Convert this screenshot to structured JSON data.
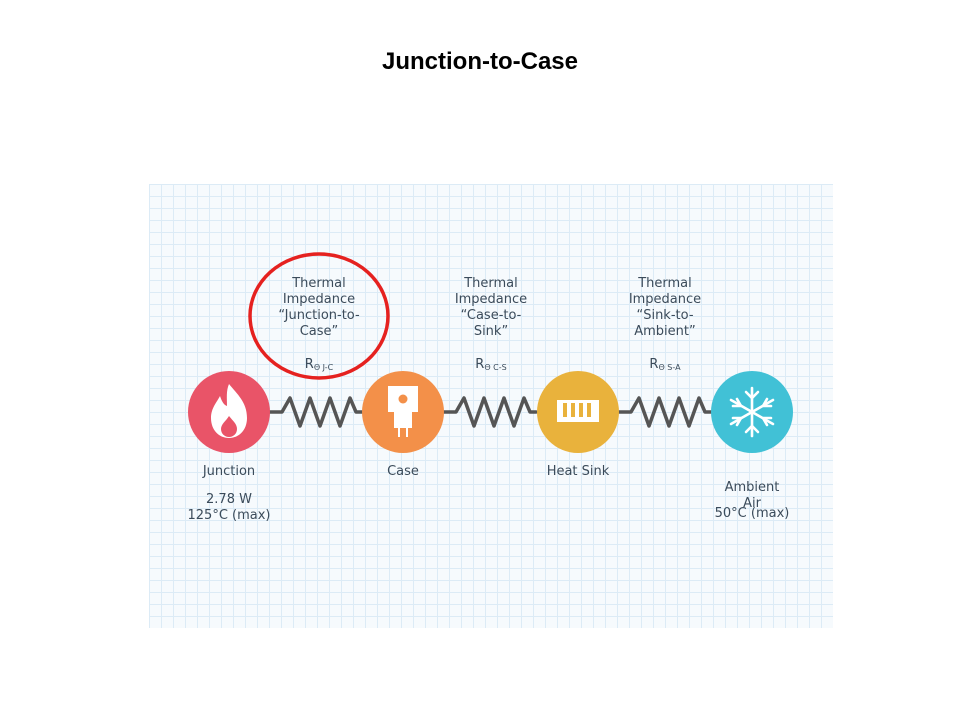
{
  "title": "Junction-to-Case",
  "impedances": [
    {
      "lines": [
        "Thermal",
        "Impedance",
        "“Junction-to-",
        "Case”"
      ],
      "symbol": "R",
      "subscript": "Θ J-C",
      "highlighted": true
    },
    {
      "lines": [
        "Thermal",
        "Impedance",
        "“Case-to-",
        "Sink”"
      ],
      "symbol": "R",
      "subscript": "Θ C-S",
      "highlighted": false
    },
    {
      "lines": [
        "Thermal",
        "Impedance",
        "“Sink-to-",
        "Ambient”"
      ],
      "symbol": "R",
      "subscript": "Θ S-A",
      "highlighted": false
    }
  ],
  "nodes": [
    {
      "name": "Junction",
      "icon": "flame-icon",
      "color": "#e95468",
      "details": [
        "2.78  W",
        "125°C (max)"
      ]
    },
    {
      "name": "Case",
      "icon": "component-icon",
      "color": "#f39049",
      "details": []
    },
    {
      "name": "Heat Sink",
      "icon": "heat-sink-icon",
      "color": "#e9b23c",
      "details": []
    },
    {
      "name": "Ambient\nAir",
      "icon": "snowflake-icon",
      "color": "#41c1d6",
      "details": [
        "50°C (max)"
      ]
    }
  ],
  "colors": {
    "highlight_ring": "#e5211f",
    "resistor": "#555555",
    "text": "#3b4b5a"
  }
}
